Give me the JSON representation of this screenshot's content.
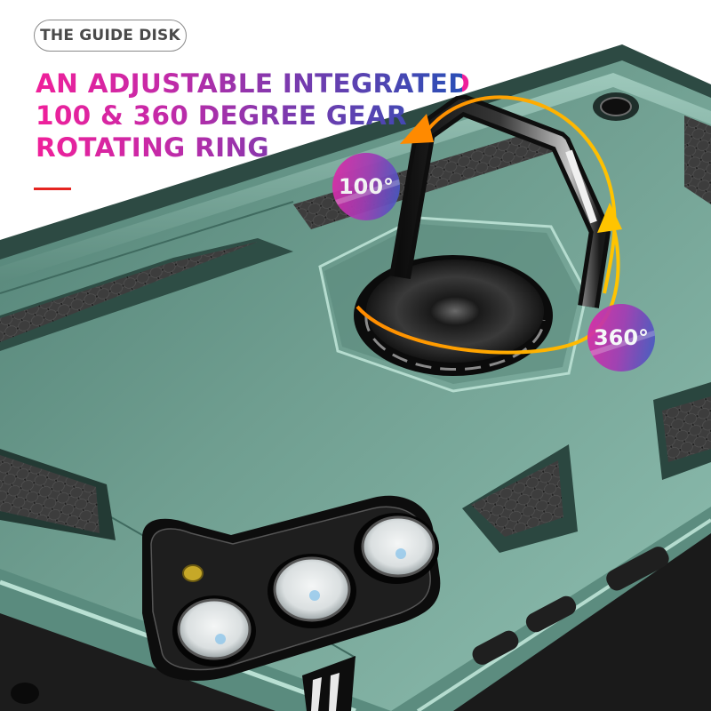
{
  "label_pill": {
    "text": "THE GUIDE DISK"
  },
  "headline": {
    "lines": [
      "AN ADJUSTABLE INTEGRATED",
      "100 & 360 DEGREE GEAR",
      "ROTATING RING"
    ],
    "gradient_colors": [
      "#f0209a",
      "#7a3aae",
      "#2a4fb6"
    ]
  },
  "accent_bar": {
    "color": "#e52420"
  },
  "badges": [
    {
      "text": "100°",
      "meaning": "fold angle"
    },
    {
      "text": "360°",
      "meaning": "rotation angle"
    }
  ],
  "product": {
    "case_color": "#6f9e90",
    "case_highlight": "#a9d3c6",
    "grip_color": "#3a3a3a",
    "ring_color": "#111111",
    "arrow_colors": [
      "#ffb300",
      "#ff8a00"
    ]
  }
}
